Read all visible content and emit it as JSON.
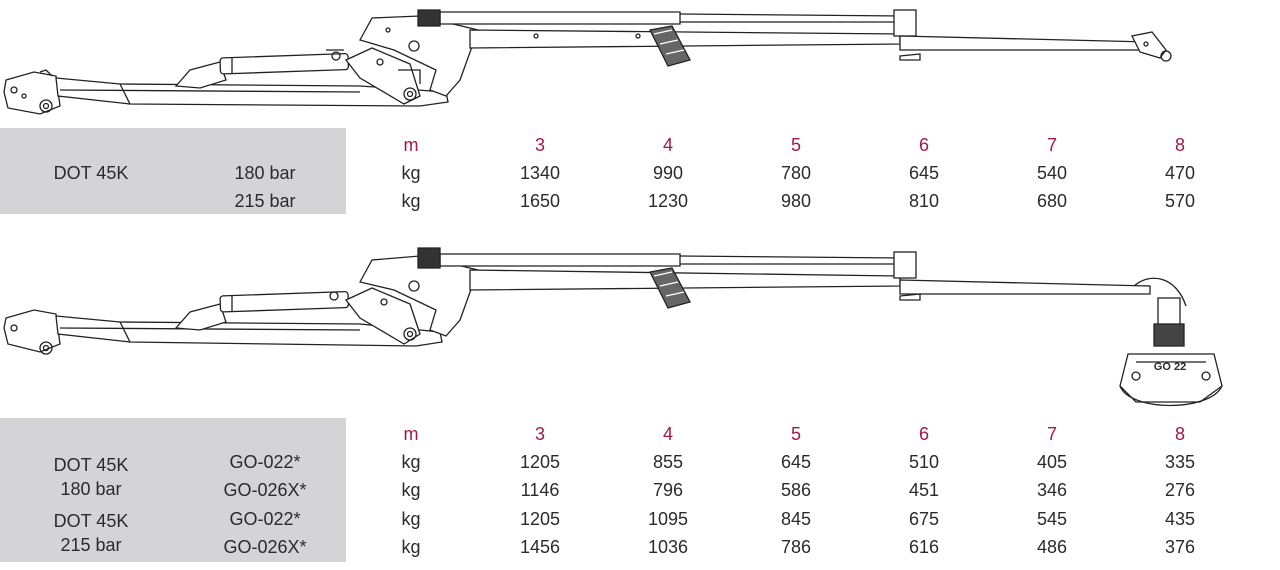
{
  "colors": {
    "header_accent": "#a3184a",
    "label_panel": "#d4d4d6",
    "text": "#2b2b2b"
  },
  "table1": {
    "model": "DOT 45K",
    "pressures": [
      "180 bar",
      "215 bar"
    ],
    "unit_header": "m",
    "distances": [
      "3",
      "4",
      "5",
      "6",
      "7",
      "8"
    ],
    "rows": [
      {
        "unit": "kg",
        "values": [
          "1340",
          "990",
          "780",
          "645",
          "540",
          "470"
        ]
      },
      {
        "unit": "kg",
        "values": [
          "1650",
          "1230",
          "980",
          "810",
          "680",
          "570"
        ]
      }
    ]
  },
  "table2": {
    "unit_header": "m",
    "distances": [
      "3",
      "4",
      "5",
      "6",
      "7",
      "8"
    ],
    "group_labels": [
      {
        "model": "DOT 45K",
        "pressure": "180 bar"
      },
      {
        "model": "DOT 45K",
        "pressure": "215 bar"
      }
    ],
    "rows": [
      {
        "grapple": "GO-022*",
        "unit": "kg",
        "values": [
          "1205",
          "855",
          "645",
          "510",
          "405",
          "335"
        ]
      },
      {
        "grapple": "GO-026X*",
        "unit": "kg",
        "values": [
          "1146",
          "796",
          "586",
          "451",
          "346",
          "276"
        ]
      },
      {
        "grapple": "GO-022*",
        "unit": "kg",
        "values": [
          "1205",
          "1095",
          "845",
          "675",
          "545",
          "435"
        ]
      },
      {
        "grapple": "GO-026X*",
        "unit": "kg",
        "values": [
          "1456",
          "1036",
          "786",
          "616",
          "486",
          "376"
        ]
      }
    ]
  },
  "grapple_label": "GO 22"
}
